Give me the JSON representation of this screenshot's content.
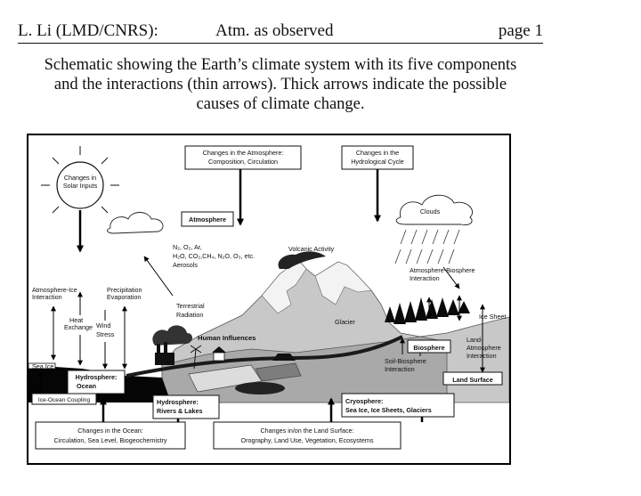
{
  "header": {
    "author": "L. Li (LMD/CNRS):",
    "topic": "Atm. as observed",
    "page": "page 1"
  },
  "caption": {
    "line1": "Schematic showing the Earth’s climate system with its five components",
    "line2": "and the interactions (thin arrows). Thick arrows indicate the possible",
    "line3": "causes of climate change."
  },
  "diagram": {
    "sun": {
      "line1": "Changes in",
      "line2": "Solar Inputs"
    },
    "atm_changes": {
      "line1": "Changes in the Atmosphere:",
      "line2": "Composition, Circulation"
    },
    "hydro_changes": {
      "line1": "Changes in the",
      "line2": "Hydrological Cycle"
    },
    "atmosphere": "Atmosphere",
    "clouds": "Clouds",
    "gases": {
      "line1": "N₂, O₂, Ar,",
      "line2": "H₂O, CO₂,CH₄, N₂O, O₃, etc.",
      "line3": "Aerosols"
    },
    "volcanic": "Volcanic Activity",
    "atm_bio": {
      "line1": "Atmosphere-Biosphere",
      "line2": "Interaction"
    },
    "atm_ice": {
      "line1": "Atmosphere-Ice",
      "line2": "Interaction"
    },
    "precip": {
      "line1": "Precipitation",
      "line2": "Evaporation"
    },
    "heat": {
      "line1": "Heat",
      "line2": "Exchange"
    },
    "wind": {
      "line1": "Wind",
      "line2": "Stress"
    },
    "terrestrial": {
      "line1": "Terrestrial",
      "line2": "Radiation"
    },
    "glacier": "Glacier",
    "ice_sheet": "Ice Sheet",
    "human": "Human Influences",
    "biosphere": "Biosphere",
    "land_atm": {
      "line1": "Land-",
      "line2": "Atmosphere",
      "line3": "Interaction"
    },
    "sea_ice": "Sea Ice",
    "hydrosphere_ocean": {
      "line1": "Hydrosphere:",
      "line2": "Ocean"
    },
    "ice_ocean": "Ice-Ocean Coupling",
    "hydrosphere_rivers": {
      "line1": "Hydrosphere:",
      "line2": "Rivers & Lakes"
    },
    "soil_bio": {
      "line1": "Soil-Biosphere",
      "line2": "Interaction"
    },
    "land_surface": "Land Surface",
    "cryosphere": {
      "line1": "Cryosphere:",
      "line2": "Sea Ice, Ice Sheets, Glaciers"
    },
    "ocean_changes": {
      "line1": "Changes in the Ocean:",
      "line2": "Circulation, Sea Level, Biogeochemistry"
    },
    "land_changes": {
      "line1": "Changes in/on the Land Surface:",
      "line2": "Orography, Land Use, Vegetation, Ecosystems"
    }
  }
}
